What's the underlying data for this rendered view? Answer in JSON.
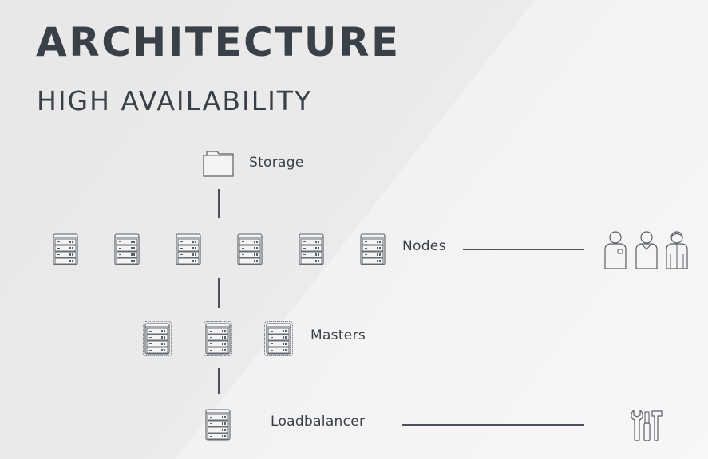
{
  "header": {
    "title": "ARCHITECTURE",
    "subtitle": "HIGH AVAILABILITY"
  },
  "diagram": {
    "storage": {
      "label": "Storage",
      "icon": "folder-icon"
    },
    "nodes": {
      "label": "Nodes",
      "count": 6,
      "icon": "server-icon"
    },
    "masters": {
      "label": "Masters",
      "count": 3,
      "icon": "server-highlighted-icon"
    },
    "loadbalancer": {
      "label": "Loadbalancer",
      "count": 1,
      "icon": "server-icon"
    },
    "users": {
      "icons": [
        "user-icon",
        "user-icon",
        "user-icon"
      ]
    },
    "admin": {
      "icon": "tools-icon"
    }
  },
  "colors": {
    "line": "#4b5158",
    "text": "#3a4048",
    "background": "#ebebeb"
  }
}
